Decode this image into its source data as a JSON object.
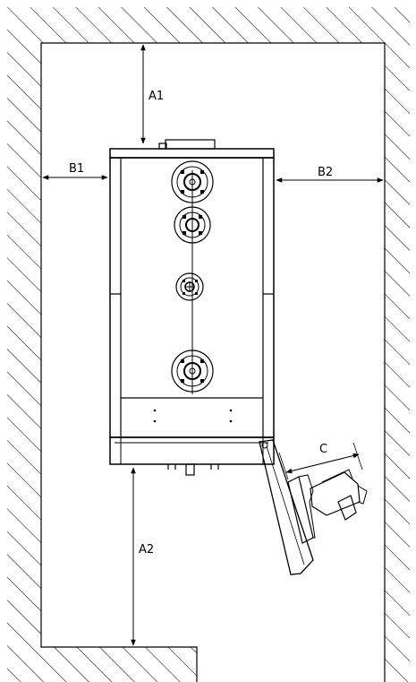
{
  "diagram": {
    "labels": {
      "a1": "A1",
      "a2": "A2",
      "b1": "B1",
      "b2": "B2",
      "c": "C"
    },
    "colors": {
      "line": "#000000",
      "background": "#ffffff"
    }
  }
}
